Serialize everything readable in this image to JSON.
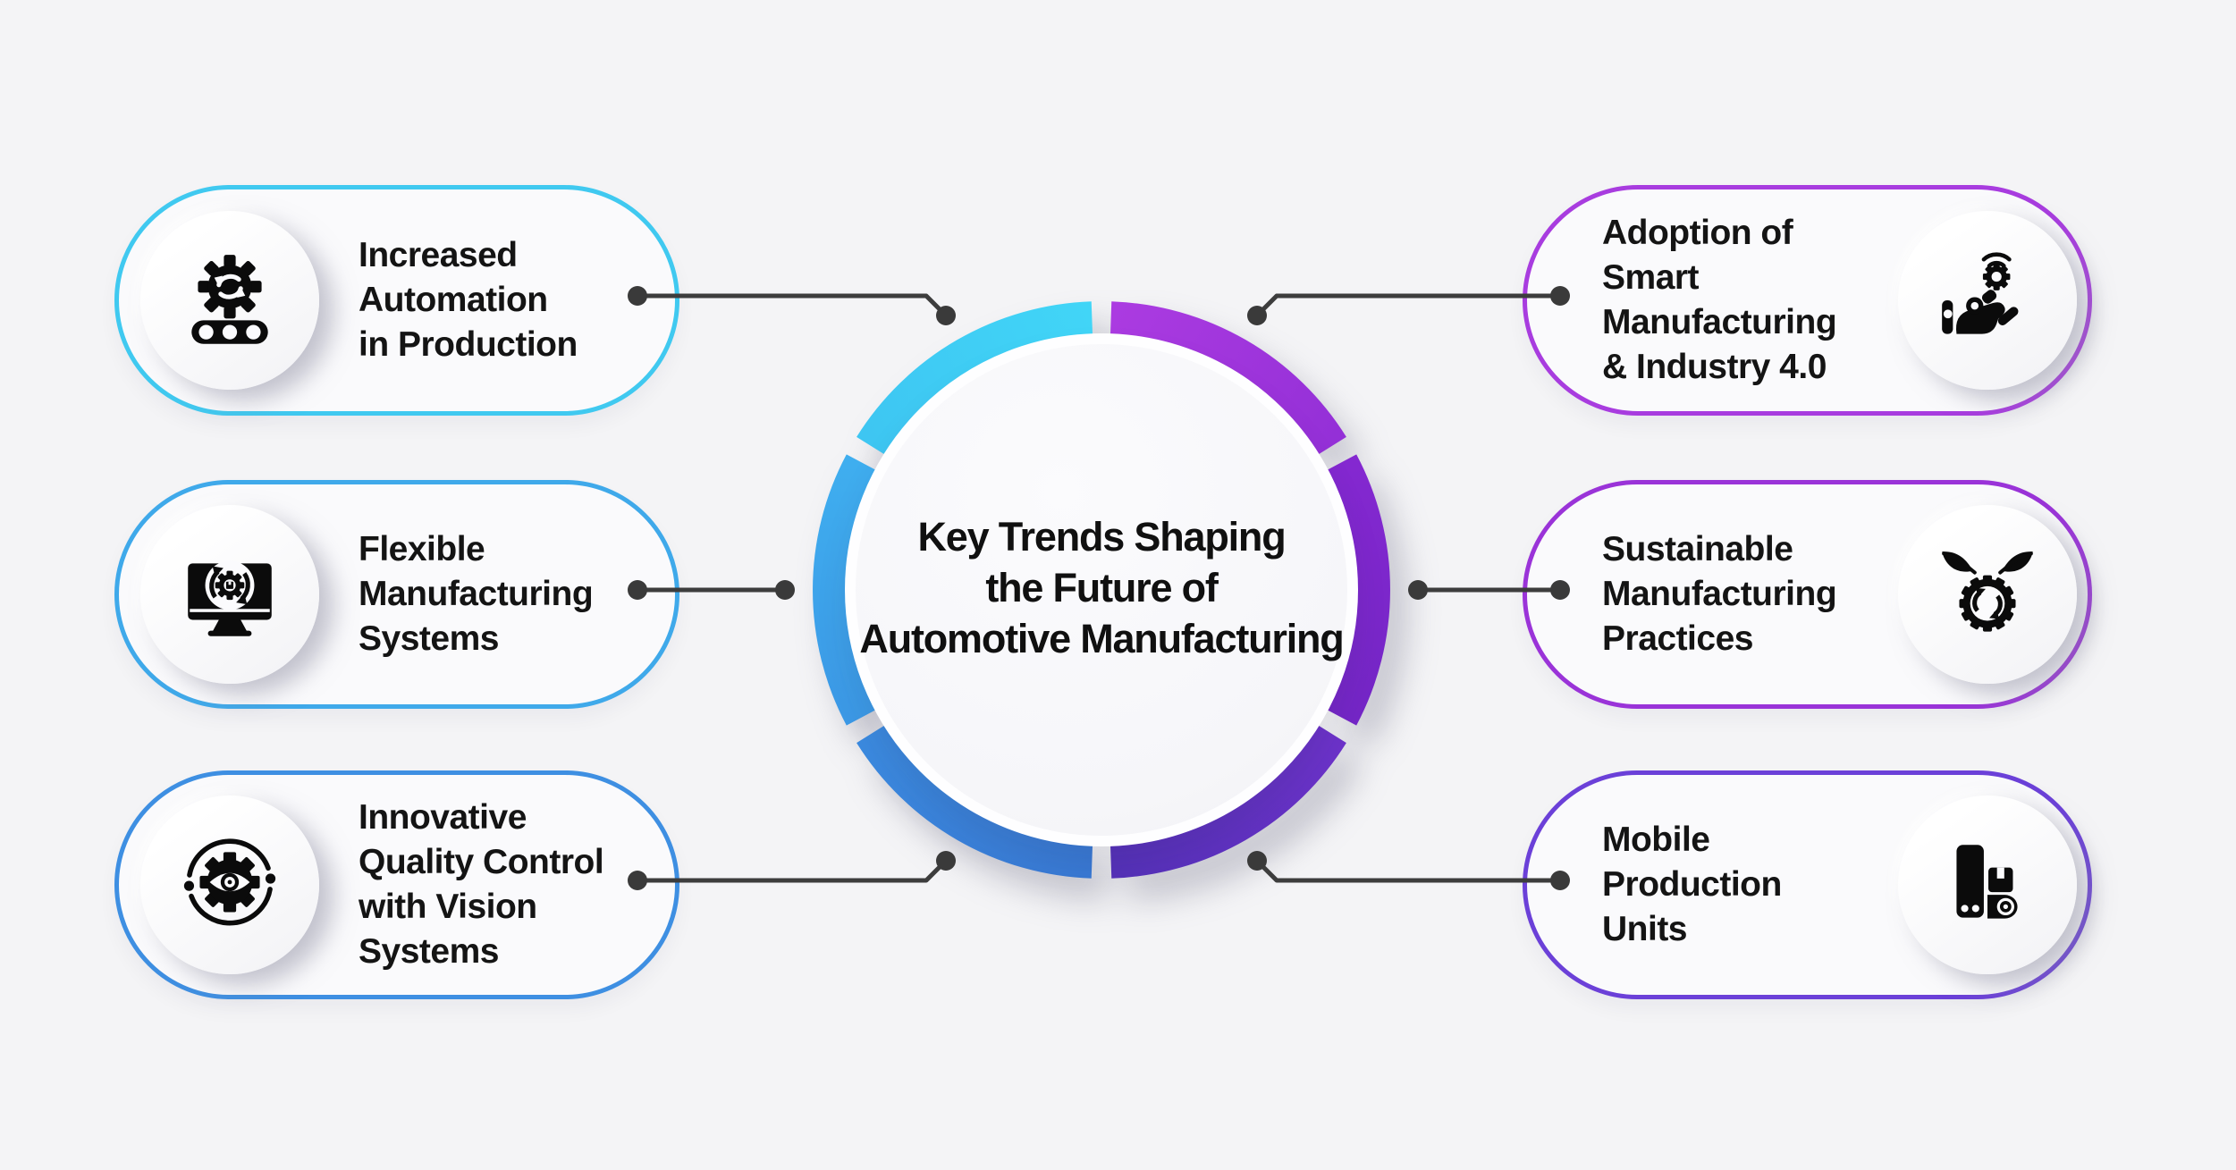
{
  "page": {
    "background": "#F4F4F6"
  },
  "center": {
    "title": "Key Trends Shaping\nthe Future of\nAutomotive Manufacturing",
    "title_color": "#101010",
    "ring_segments": [
      {
        "name": "top-left-cyan",
        "c1": "#41D5F7",
        "c2": "#3EC6F2"
      },
      {
        "name": "mid-left-blue",
        "c1": "#3FAEEF",
        "c2": "#3C99E6"
      },
      {
        "name": "bottom-left-blue",
        "c1": "#3B8ADF",
        "c2": "#3979D4"
      },
      {
        "name": "top-right-purple",
        "c1": "#AB3BE1",
        "c2": "#9430D7"
      },
      {
        "name": "mid-right-purple",
        "c1": "#8428D0",
        "c2": "#7426C6"
      },
      {
        "name": "bottom-right-indigo",
        "c1": "#6C32C9",
        "c2": "#5531B9"
      }
    ]
  },
  "connectors": {
    "line_color": "#3D3D3D",
    "dot_color": "#3A3A3A"
  },
  "cards": [
    {
      "title": "Increased\nAutomation\nin Production",
      "border_color": "#40C9F0",
      "icon": "gear-sync-conveyor-icon"
    },
    {
      "title": "Flexible\nManufacturing\nSystems",
      "border_color": "#3FA9EA",
      "icon": "monitor-gear-cycle-icon"
    },
    {
      "title": "Innovative\nQuality Control\nwith Vision\nSystems",
      "border_color": "#3E8FE2",
      "icon": "gear-eye-vision-icon"
    },
    {
      "title": "Adoption of\nSmart\nManufacturing\n& Industry 4.0",
      "border_color": "#A83CDF",
      "icon": "robot-arm-gear-wifi-icon"
    },
    {
      "title": "Sustainable\nManufacturing\nPractices",
      "border_color": "#9A33D8",
      "icon": "gear-leaves-recycle-icon"
    },
    {
      "title": "Mobile\nProduction\nUnits",
      "border_color": "#6B40D8",
      "icon": "mobile-unit-box-cart-icon"
    }
  ]
}
